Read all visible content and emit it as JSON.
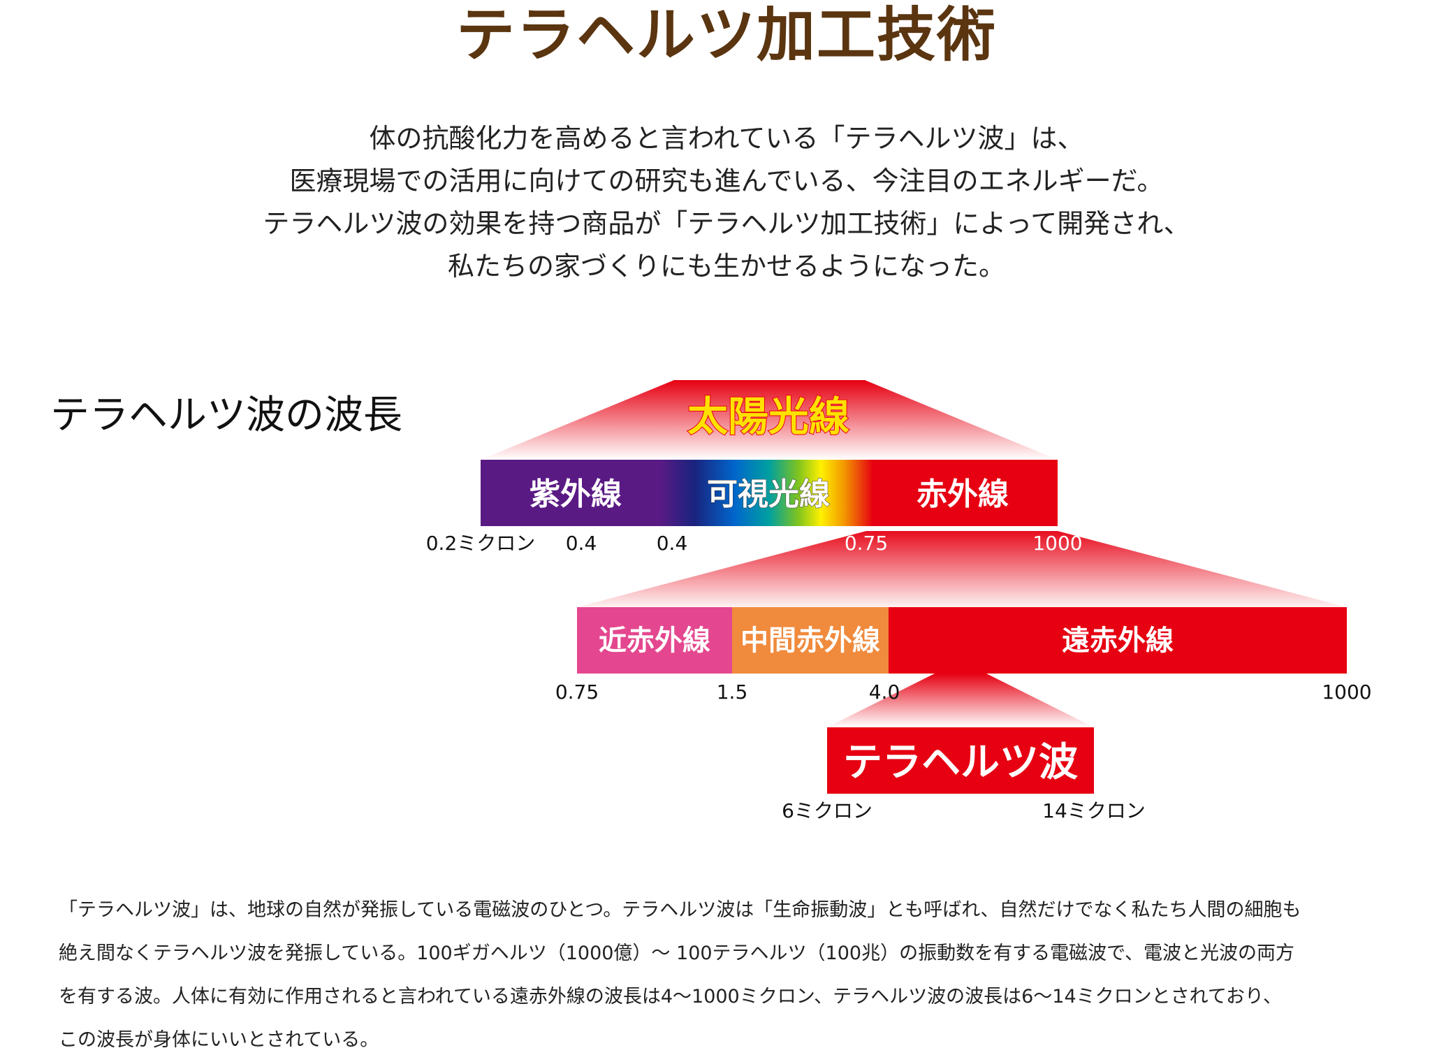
{
  "title": "テラヘルツ加工技術",
  "intro_lines": [
    "体の抗酸化力を高めると言われている「テラヘルツ波」は、",
    "医療現場での活用に向けての研究も進んでいる、今注目のエネルギーだ。",
    "テラヘルツ波の効果を持つ商品が「テラヘルツ加工技術」によって開発され、",
    "私たちの家づくりにも生かせるようになった。"
  ],
  "section_title": "テラヘルツ波の波長",
  "diagram": {
    "sunlight_label": "太陽光線",
    "bands": [
      {
        "label": "紫外線",
        "color": "#5a1a84"
      },
      {
        "label": "可視光線",
        "color": "rainbow"
      },
      {
        "label": "赤外線",
        "color": "#e60012"
      }
    ],
    "band_ticks": [
      "0.2ミクロン",
      "0.4",
      "0.4",
      "0.75",
      "1000"
    ],
    "infrared_bands": [
      {
        "label": "近赤外線",
        "color": "#e4478f"
      },
      {
        "label": "中間赤外線",
        "color": "#f08a3c"
      },
      {
        "label": "遠赤外線",
        "color": "#e60012"
      }
    ],
    "infrared_ticks": [
      "0.75",
      "1.5",
      "4.0",
      "1000"
    ],
    "terahertz_label": "テラヘルツ波",
    "terahertz_ticks": [
      "6ミクロン",
      "14ミクロン"
    ],
    "sunlight_label_color": "#ffe100",
    "accent_red": "#e60012"
  },
  "footer_lines": [
    "「テラヘルツ波」は、地球の自然が発振している電磁波のひとつ。テラヘルツ波は「生命振動波」とも呼ばれ、自然だけでなく私たち人間の細胞も",
    "絶え間なくテラヘルツ波を発振している。100ギガヘルツ（1000億）～ 100テラヘルツ（100兆）の振動数を有する電磁波で、電波と光波の両方",
    "を有する波。人体に有効に作用されると言われている遠赤外線の波長は4～1000ミクロン、テラヘルツ波の波長は6～14ミクロンとされており、",
    "この波長が身体にいいとされている。"
  ]
}
